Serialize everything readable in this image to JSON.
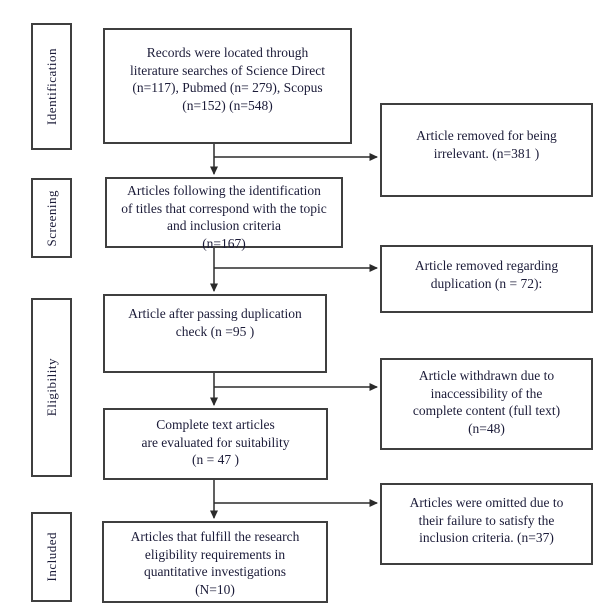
{
  "diagram": {
    "title": "PRISMA-style article selection flow diagram",
    "stages": [
      {
        "label": "Identification"
      },
      {
        "label": "Screening"
      },
      {
        "label": "Eligibility"
      },
      {
        "label": "Included"
      }
    ],
    "main_flow": [
      {
        "lines": [
          "Records were located through",
          "literature searches of Science Direct",
          "(n=117), Pubmed (n= 279), Scopus",
          "(n=152) (n=548)"
        ]
      },
      {
        "lines": [
          "Articles following the identification",
          "of titles that correspond with the topic",
          "and inclusion criteria",
          "(n=167)"
        ]
      },
      {
        "lines": [
          "Article after passing duplication",
          "check (n =95 )"
        ]
      },
      {
        "lines": [
          "Complete text articles",
          "are evaluated for suitability",
          "(n = 47 )"
        ]
      },
      {
        "lines": [
          "Articles that fulfill the research",
          "eligibility requirements in",
          "quantitative investigations",
          "(N=10)"
        ]
      }
    ],
    "exclusions": [
      {
        "lines": [
          "Article removed for being",
          "irrelevant. (n=381 )"
        ]
      },
      {
        "lines": [
          "Article removed regarding",
          "duplication (n = 72):"
        ]
      },
      {
        "lines": [
          "Article withdrawn due to",
          "inaccessibility of the",
          "complete content (full text)",
          "(n=48)"
        ]
      },
      {
        "lines": [
          "Articles were omitted due to",
          "their failure to satisfy the",
          "inclusion criteria. (n=37)"
        ]
      }
    ]
  },
  "colors": {
    "border": "#3f3f3f",
    "line": "#2b2b2b",
    "text": "#1b1b38",
    "background": "#ffffff"
  }
}
